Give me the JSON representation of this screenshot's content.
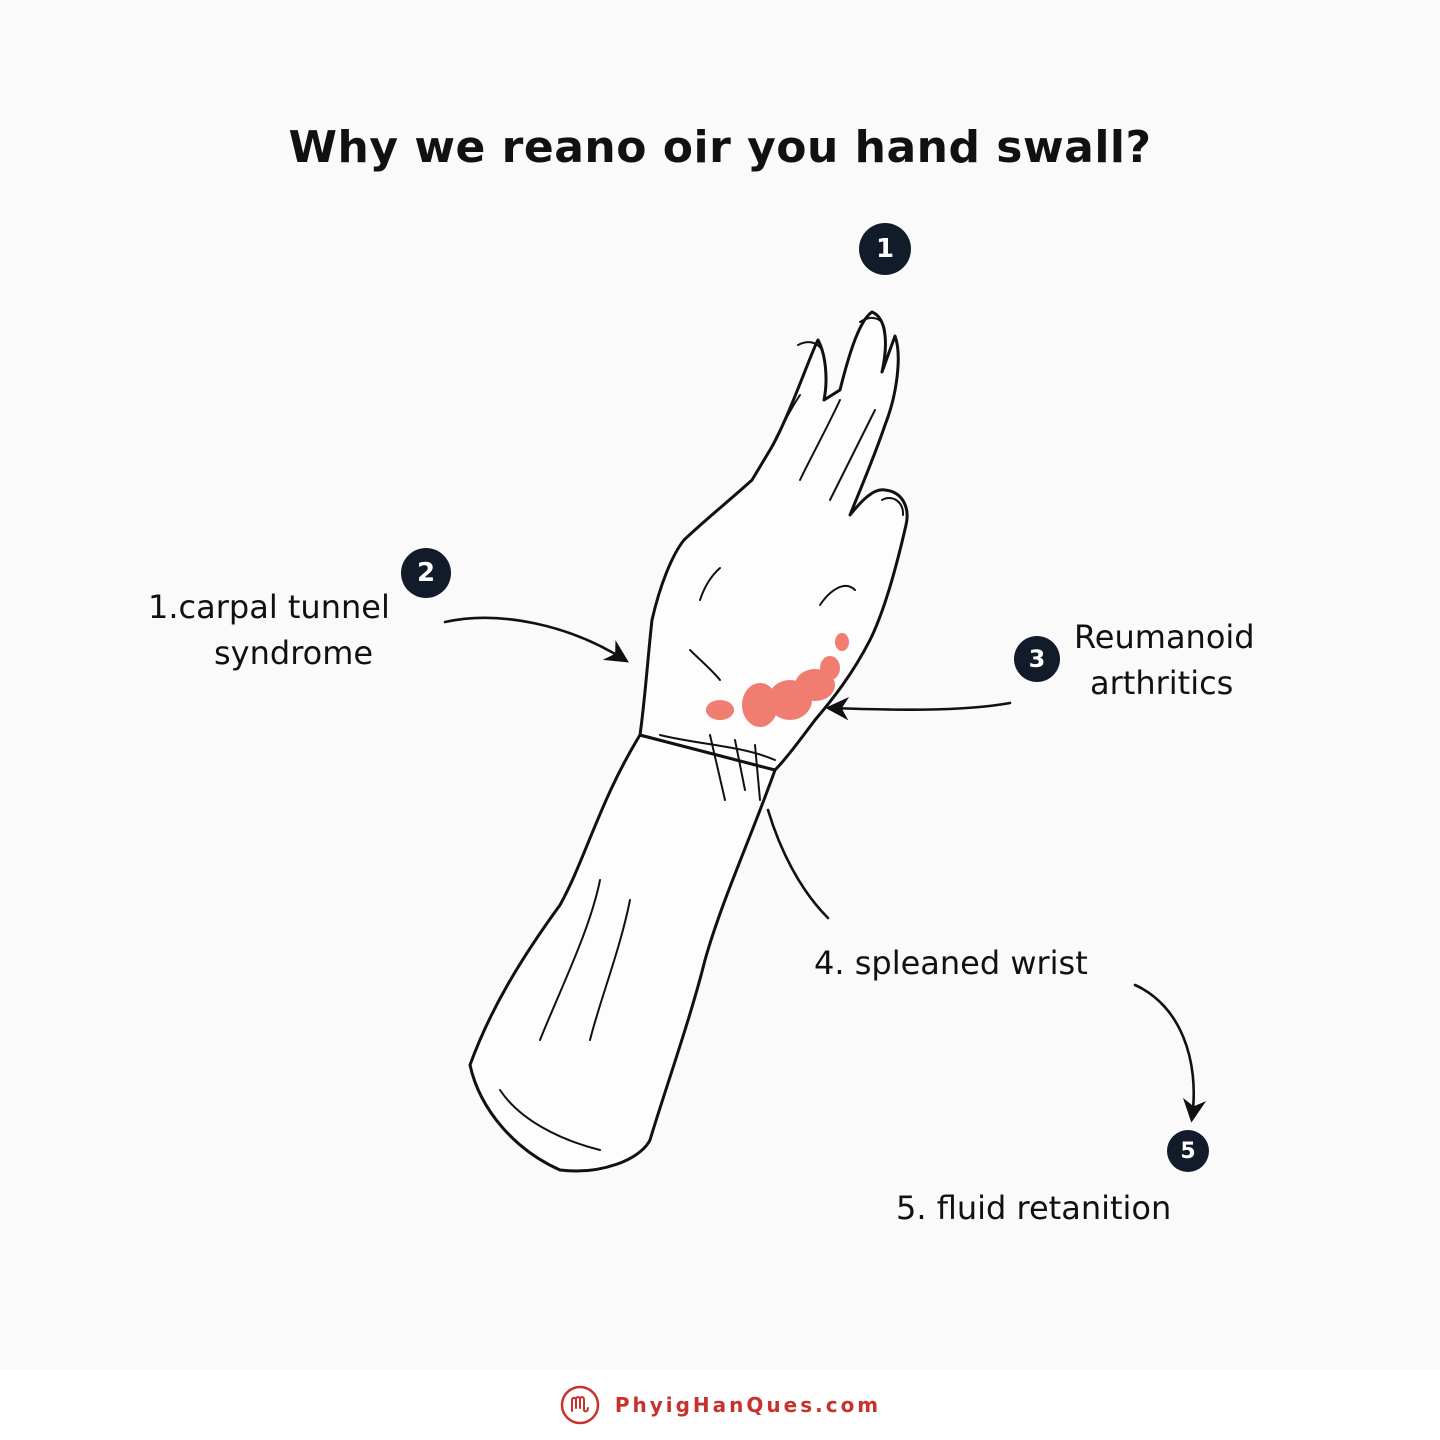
{
  "title": "Why we reano oir you hand swall?",
  "badges": [
    "1",
    "2",
    "3",
    "5"
  ],
  "labels": {
    "carpal_line1": "1.carpal tunnel",
    "carpal_line2": "syndrome",
    "rheumatoid_line1": "Reumanoid",
    "rheumatoid_line2": "arthritics",
    "sprain": "4. spleaned wrist",
    "fluid": "5. fluid retanition"
  },
  "footer": {
    "brand": "PhyigHanQues.com",
    "logo_icon": "hand-circle-logo-icon"
  },
  "colors": {
    "ink": "#111111",
    "badge": "#111b2a",
    "inflammation": "#f07d70",
    "brand": "#c9312c"
  }
}
